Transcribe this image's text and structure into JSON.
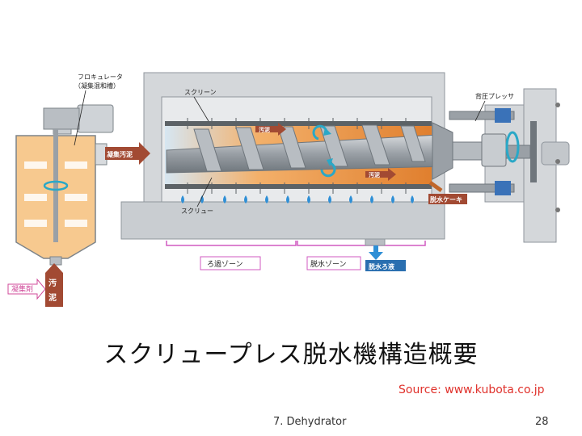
{
  "slide": {
    "title": "スクリュープレス脱水機構造概要",
    "source": "Source: www.kubota.co.jp",
    "footer": "7. Dehydrator",
    "page_number": "28"
  },
  "diagram": {
    "labels": {
      "flocculator": "フロキュレータ",
      "flocculator_sub": "（凝集混和槽）",
      "screen": "スクリーン",
      "screw": "スクリュー",
      "back_pressure_plate": "背圧プレッサ",
      "sludge_in_arrow": "凝集汚泥",
      "sludge_upper": "汚泥",
      "sludge_lower": "汚泥",
      "cake_out": "脱水ケーキ",
      "filtration_zone": "ろ過ゾーン",
      "dewatering_zone": "脱水ゾーン",
      "filtrate": "脱水ろ液",
      "coagulant": "凝集剤",
      "sludge_vertical_1": "汚",
      "sludge_vertical_2": "泥"
    },
    "colors": {
      "frame": "#c9cdd1",
      "frame_dark": "#8f969c",
      "tank_fill": "#f7c98f",
      "sludge_orange": "#f2a24a",
      "screw_gray": "#a9aeb3",
      "water_blue": "#2e8fd6",
      "rotate_arrow": "#2aa8c7",
      "brown_arrow": "#a24a33",
      "zone_bracket": "#d05ac1",
      "pink_text": "#d04a9a"
    }
  }
}
